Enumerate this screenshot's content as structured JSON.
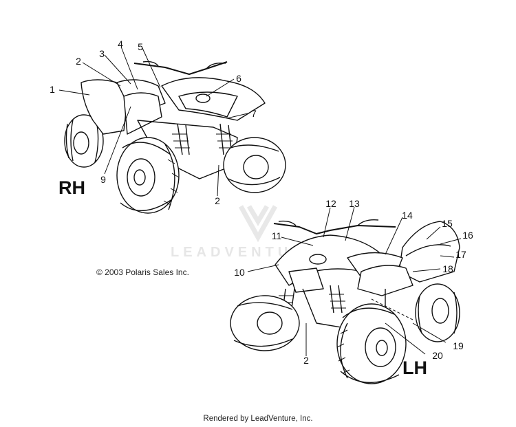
{
  "diagram": {
    "views": [
      {
        "id": "rh",
        "label": "RH"
      },
      {
        "id": "lh",
        "label": "LH"
      }
    ],
    "callouts": [
      "1",
      "2",
      "3",
      "4",
      "5",
      "6",
      "7",
      "9",
      "2",
      "11",
      "12",
      "13",
      "14",
      "15",
      "16",
      "17",
      "18",
      "10",
      "19",
      "20",
      "2"
    ],
    "copyright": "© 2003 Polaris Sales Inc.",
    "watermark": {
      "text": "LEADVENTURE",
      "logo": "leadventure-v-logo"
    },
    "footer": "Rendered by LeadVenture, Inc."
  }
}
